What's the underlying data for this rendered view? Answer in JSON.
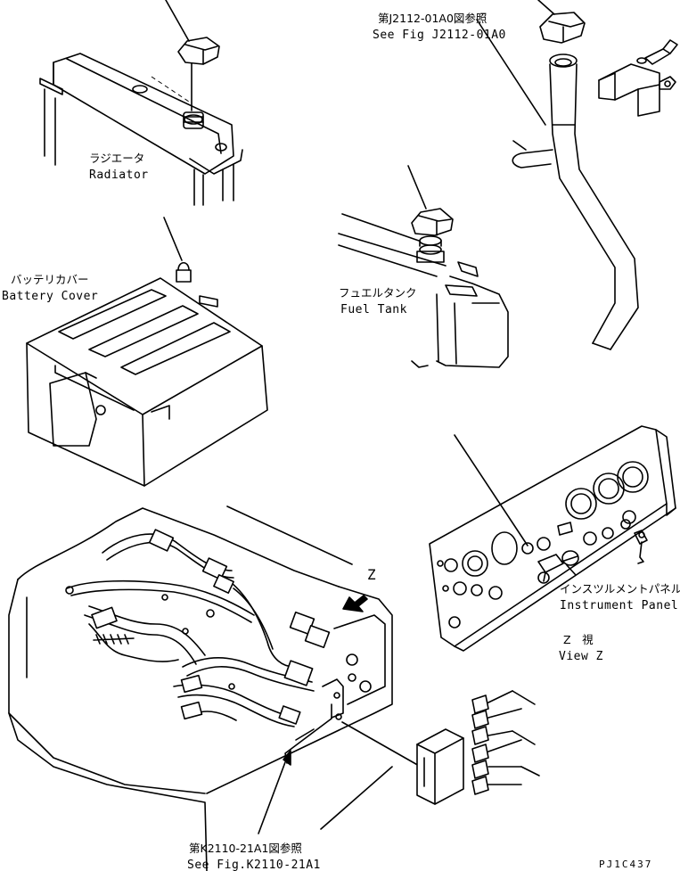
{
  "labels": {
    "radiator_jp": "ラジエータ",
    "radiator_en": "Radiator",
    "battery_jp": "バッテリカバー",
    "battery_en": "Battery Cover",
    "fuel_jp": "フュエルタンク",
    "fuel_en": "Fuel Tank",
    "instrument_jp": "インスツルメントパネル",
    "instrument_en": "Instrument Panel",
    "view_jp": "Z　視",
    "view_en": "View Z",
    "view_marker": "Z",
    "ref_top_jp": "第J2112-01A0図参照",
    "ref_top_en": "See Fig J2112-01A0",
    "ref_bottom_jp": "第K2110-21A1図参照",
    "ref_bottom_en": "See Fig.K2110-21A1",
    "drawing_code": "PJ1C437"
  }
}
